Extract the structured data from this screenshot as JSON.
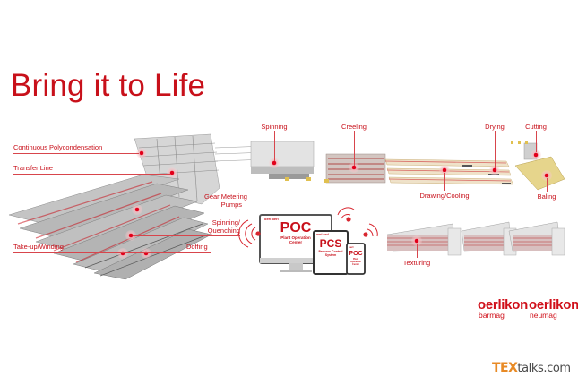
{
  "title": "Bring it to Life",
  "accent_color": "#c8101a",
  "labels": {
    "continuous_polycondensation": "Continuous Polycondensation",
    "transfer_line": "Transfer Line",
    "gear_metering_line1": "Gear Metering",
    "gear_metering_line2": "Pumps",
    "spinning_quenching_line1": "Spinning/",
    "spinning_quenching_line2": "Quenching",
    "take_up_winding": "Take-up/Winding",
    "doffing": "Doffing",
    "spinning": "Spinning",
    "creeling": "Creeling",
    "drawing_cooling": "Drawing/Cooling",
    "drying": "Drying",
    "cutting": "Cutting",
    "baling": "Baling",
    "texturing": "Texturing"
  },
  "devices": {
    "monitor": {
      "brand": "oerl oerl",
      "title": "POC",
      "subtitle_line1": "Plant Operation",
      "subtitle_line2": "Center"
    },
    "tablet": {
      "brand": "oerl oerl",
      "title": "PCS",
      "subtitle_line1": "Process Control",
      "subtitle_line2": "System"
    },
    "phone": {
      "brand": "oerl",
      "title": "POC",
      "subtitle_line1": "Plant Operation",
      "subtitle_line2": "Center"
    }
  },
  "logos": [
    {
      "name": "oerlikon",
      "sub": "barmag"
    },
    {
      "name": "oerlikon",
      "sub": "neumag"
    }
  ],
  "watermark": {
    "part1": "TEX",
    "part2": "talks.com"
  }
}
